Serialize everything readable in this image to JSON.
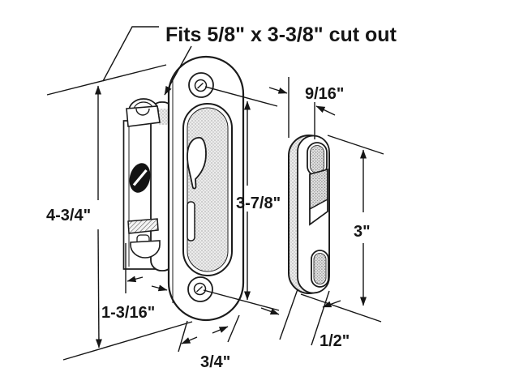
{
  "figure": {
    "header": "Fits 5/8\" x 3-3/8\" cut out",
    "dimensions": {
      "lock_total_height": "4-3/4\"",
      "faceplate_screw_spacing": "3-7/8\"",
      "lock_case_depth": "1-3/16\"",
      "faceplate_width": "3/4\"",
      "keeper_width": "9/16\"",
      "keeper_screw_spacing": "3\"",
      "keeper_depth": "1/2\""
    },
    "colors": {
      "background": "#ffffff",
      "line": "#1b1b1b",
      "texture_dot": "#8f8f8f",
      "texture_bg": "#ececec"
    }
  }
}
